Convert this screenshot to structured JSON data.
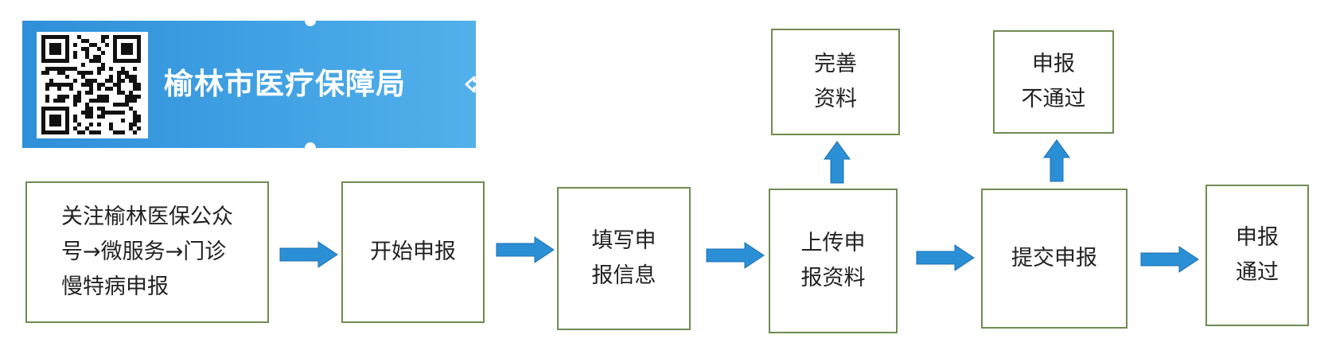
{
  "banner": {
    "title": "榆林市医疗保障局",
    "qr_icon": "qr-code-icon",
    "pointer_icon": "left-arrow-icon",
    "bg_color": "#3d9ee2"
  },
  "flow": {
    "border_color": "#6f8c52",
    "arrow_color": "#2b8fd6",
    "steps": {
      "follow": "关注榆林医保公众\n号→微服务→门诊\n慢特病申报",
      "start": "开始申报",
      "fill": "填写申\n报信息",
      "upload": "上传申\n报资料",
      "submit": "提交申报",
      "pass": "申报\n通过",
      "complete": "完善\n资料",
      "reject": "申报\n不通过"
    }
  }
}
